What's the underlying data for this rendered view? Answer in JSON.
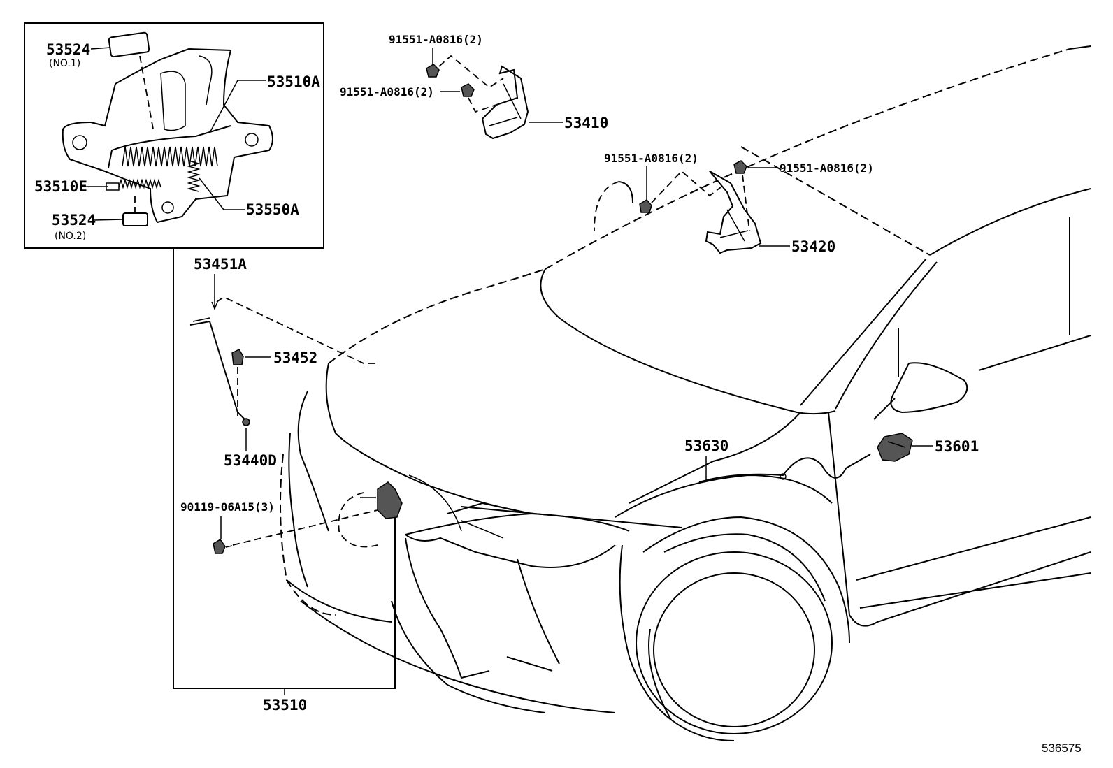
{
  "diagram": {
    "reference_code": "536575",
    "inset_labels": {
      "p53524_no1": "53524",
      "p53524_no1_sub": "(NO.1)",
      "p53510a": "53510A",
      "p53510e": "53510E",
      "p53550a": "53550A",
      "p53524_no2": "53524",
      "p53524_no2_sub": "(NO.2)"
    },
    "labels": {
      "bolt_top_a": "91551-A0816(2)",
      "bolt_top_b": "91551-A0816(2)",
      "hinge_left": "53410",
      "bolt_mid_a": "91551-A0816(2)",
      "bolt_mid_b": "91551-A0816(2)",
      "hinge_right": "53420",
      "rod": "53451A",
      "clip": "53452",
      "holder": "53440D",
      "bolt_lock": "90119-06A15(3)",
      "lock_assy": "53510",
      "cable": "53630",
      "lever": "53601"
    }
  }
}
